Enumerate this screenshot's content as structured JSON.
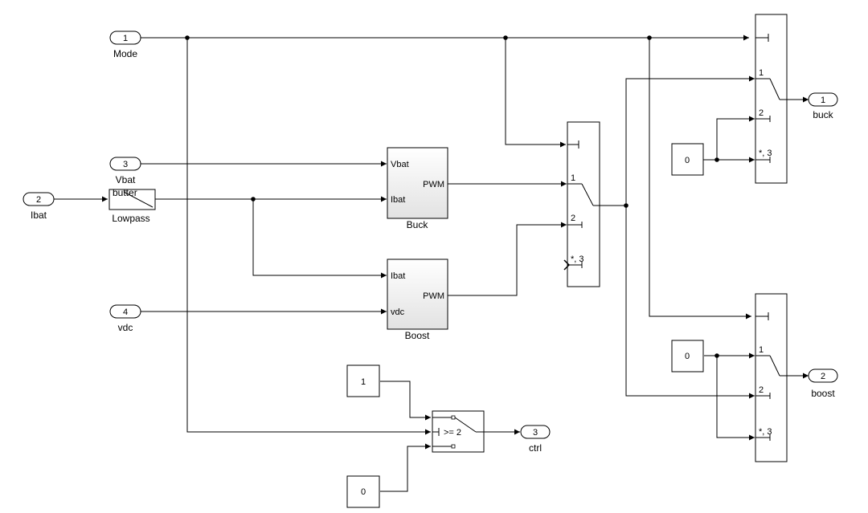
{
  "inports": [
    {
      "num": "1",
      "name": "Mode"
    },
    {
      "num": "3",
      "name": "Vbat"
    },
    {
      "num": "2",
      "name": "Ibat"
    },
    {
      "num": "4",
      "name": "vdc"
    }
  ],
  "outports": [
    {
      "num": "1",
      "name": "buck"
    },
    {
      "num": "2",
      "name": "boost"
    },
    {
      "num": "3",
      "name": "ctrl"
    }
  ],
  "filter": {
    "text": "butter",
    "name": "Lowpass"
  },
  "buck": {
    "name": "Buck",
    "in1": "Vbat",
    "in2": "Ibat",
    "out": "PWM"
  },
  "boost": {
    "name": "Boost",
    "in1": "Ibat",
    "in2": "vdc",
    "out": "PWM"
  },
  "switch_ports": {
    "p1": "1",
    "p2": "2",
    "p3": "*, 3"
  },
  "constants": {
    "top": "0",
    "mid": "0",
    "one": "1",
    "zero": "0"
  },
  "switch_ctrl": {
    "criteria": ">= 2"
  }
}
